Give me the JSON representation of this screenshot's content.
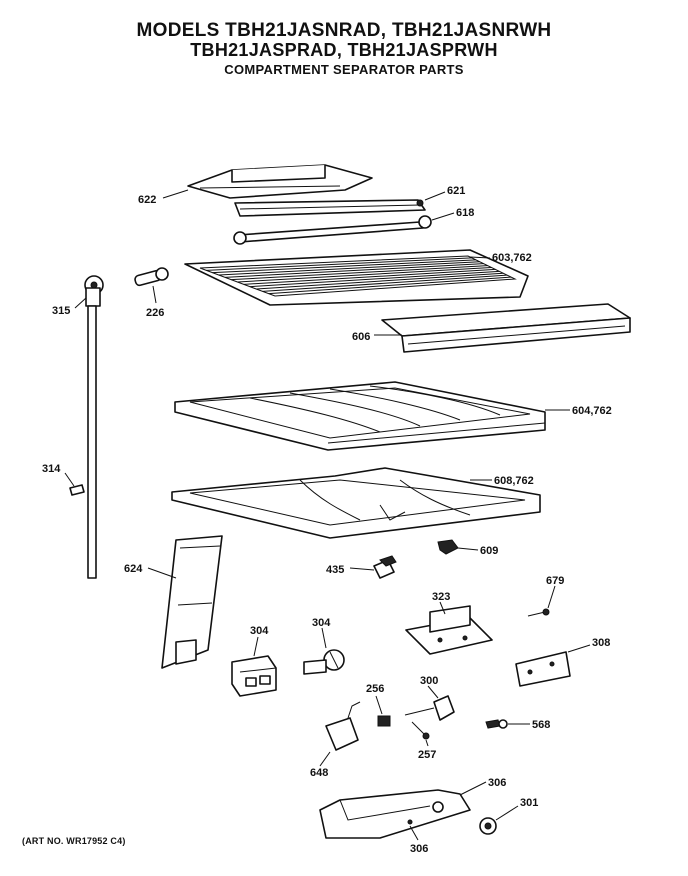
{
  "header": {
    "line1": "MODELS TBH21JASNRAD, TBH21JASNRWH",
    "line2": "TBH21JASPRAD, TBH21JASPRWH",
    "line3": "COMPARTMENT SEPARATOR PARTS"
  },
  "footer": {
    "art_number": "(ART NO. WR17952 C4)"
  },
  "parts": {
    "p622": "622",
    "p621": "621",
    "p618": "618",
    "p603": "603,762",
    "p226": "226",
    "p315": "315",
    "p606": "606",
    "p604": "604,762",
    "p314": "314",
    "p608": "608,762",
    "p609": "609",
    "p435": "435",
    "p624": "624",
    "p679": "679",
    "p323": "323",
    "p304a": "304",
    "p304b": "304",
    "p308": "308",
    "p256": "256",
    "p300": "300",
    "p568": "568",
    "p257": "257",
    "p648": "648",
    "p306a": "306",
    "p301": "301",
    "p306b": "306"
  }
}
